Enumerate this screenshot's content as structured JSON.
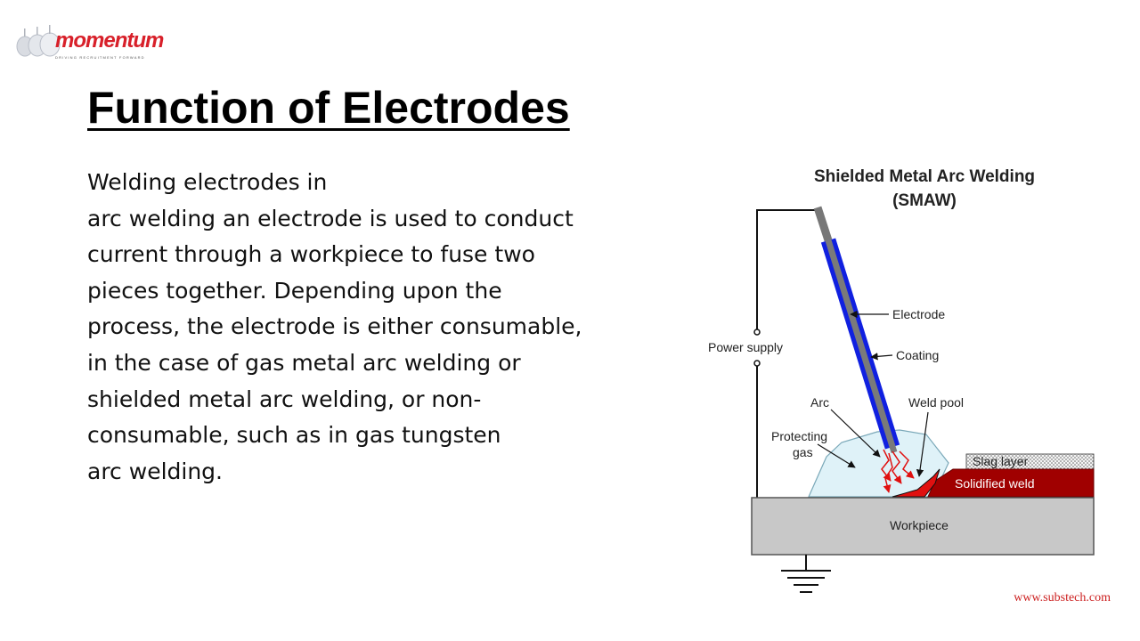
{
  "logo": {
    "text": "momentum",
    "tagline": "DRIVING RECRUITMENT FORWARD",
    "brand_color": "#d8202a"
  },
  "slide": {
    "title": "Function of Electrodes",
    "body_lines": [
      "Welding electrodes in",
      "arc welding an electrode is used to conduct",
      "current through a workpiece to fuse two",
      "pieces together. Depending upon the",
      "process, the electrode is either consumable,",
      "in the case of gas metal arc welding or",
      "shielded metal arc welding, or non-",
      "consumable, such as in gas tungsten",
      "arc welding."
    ]
  },
  "diagram": {
    "title_line1": "Shielded Metal Arc Welding",
    "title_line2": "(SMAW)",
    "labels": {
      "electrode": "Electrode",
      "coating": "Coating",
      "power_supply": "Power supply",
      "arc": "Arc",
      "weld_pool": "Weld pool",
      "protecting_gas_line1": "Protecting",
      "protecting_gas_line2": "gas",
      "slag_layer": "Slag layer",
      "solidified_weld": "Solidified weld",
      "workpiece": "Workpiece"
    },
    "source": "www.substech.com",
    "colors": {
      "coating": "#1020e0",
      "electrode_core": "#7a7a7a",
      "gas": "#dff2f8",
      "weld": "#a00000",
      "weld_pool": "#e01010",
      "workpiece": "#c8c8c8"
    }
  }
}
